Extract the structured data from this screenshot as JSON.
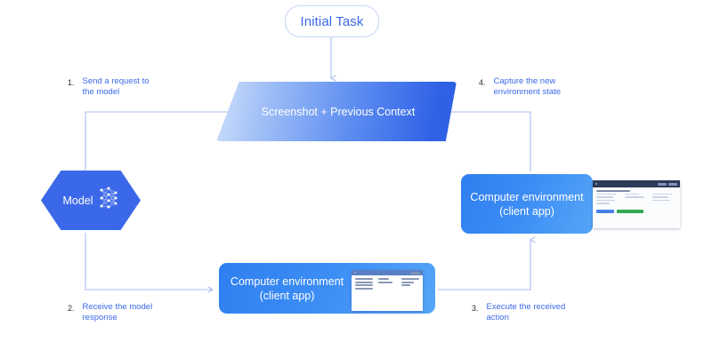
{
  "diagram": {
    "title_node": {
      "label": "Initial Task"
    },
    "context_node": {
      "label": "Screenshot + Previous Context"
    },
    "model_node": {
      "label": "Model",
      "icon": "neural-network-icon"
    },
    "env_right": {
      "label": "Computer environment (client app)"
    },
    "env_bottom": {
      "label": "Computer environment (client app)"
    },
    "steps": [
      {
        "num": "1.",
        "text": "Send a request to the model"
      },
      {
        "num": "2.",
        "text": "Receive the model response"
      },
      {
        "num": "3.",
        "text": "Execute the received action"
      },
      {
        "num": "4.",
        "text": "Capture the new environment state"
      }
    ],
    "colors": {
      "accent_blue": "#3b68e8",
      "card_blue": "#3b8cf4",
      "pill_border": "#c2d4f7",
      "connector": "#a9bdee",
      "white": "#ffffff"
    }
  }
}
